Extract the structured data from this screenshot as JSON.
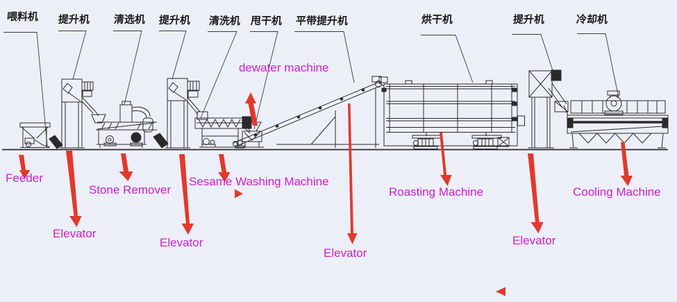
{
  "colors": {
    "background": "#EDEFF8",
    "drawing_line": "#2a2a2a",
    "chinese_label": "#1a1a1a",
    "english_label": "#CB20CB",
    "arrow_red": "#E2392C"
  },
  "labels_cn": [
    {
      "id": "feeder",
      "text": "喂料机"
    },
    {
      "id": "elevator-1",
      "text": "提升机"
    },
    {
      "id": "cleaner",
      "text": "清选机"
    },
    {
      "id": "elevator-2",
      "text": "提升机"
    },
    {
      "id": "washer",
      "text": "清洗机"
    },
    {
      "id": "dewater",
      "text": "甩干机"
    },
    {
      "id": "belt-elevator",
      "text": "平带提升机"
    },
    {
      "id": "dryer",
      "text": "烘干机"
    },
    {
      "id": "elevator-4",
      "text": "提升机"
    },
    {
      "id": "cooler",
      "text": "冷却机"
    }
  ],
  "labels_en": [
    {
      "id": "feeder",
      "text": "Feeder"
    },
    {
      "id": "elevator-1",
      "text": "Elevator"
    },
    {
      "id": "stone-remover",
      "text": "Stone Remover"
    },
    {
      "id": "elevator-2",
      "text": "Elevator"
    },
    {
      "id": "washing-machine",
      "text": "Sesame Washing Machine"
    },
    {
      "id": "dewater-machine",
      "text": "dewater machine"
    },
    {
      "id": "elevator-3",
      "text": "Elevator"
    },
    {
      "id": "roasting-machine",
      "text": "Roasting Machine"
    },
    {
      "id": "elevator-4",
      "text": "Elevator"
    },
    {
      "id": "cooling-machine",
      "text": "Cooling Machine"
    }
  ]
}
